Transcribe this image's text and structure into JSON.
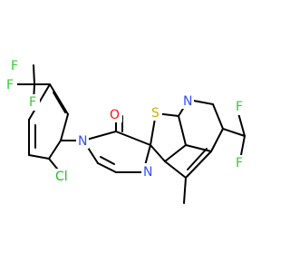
{
  "molecule": {
    "atom_labels": {
      "F1": "F",
      "F2": "F",
      "F3": "F",
      "Cl": "Cl",
      "N_amide": "N",
      "O": "O",
      "S": "S",
      "N_pyrimidine": "N",
      "N_pyridine": "N",
      "F4": "F",
      "F5": "F"
    },
    "colors": {
      "bond": "#000000",
      "carbon": "#000000",
      "fluorine": "#33cc33",
      "chlorine": "#1fbf1f",
      "nitrogen": "#3050f8",
      "oxygen": "#ff0d0d",
      "sulfur": "#c8b400"
    }
  }
}
